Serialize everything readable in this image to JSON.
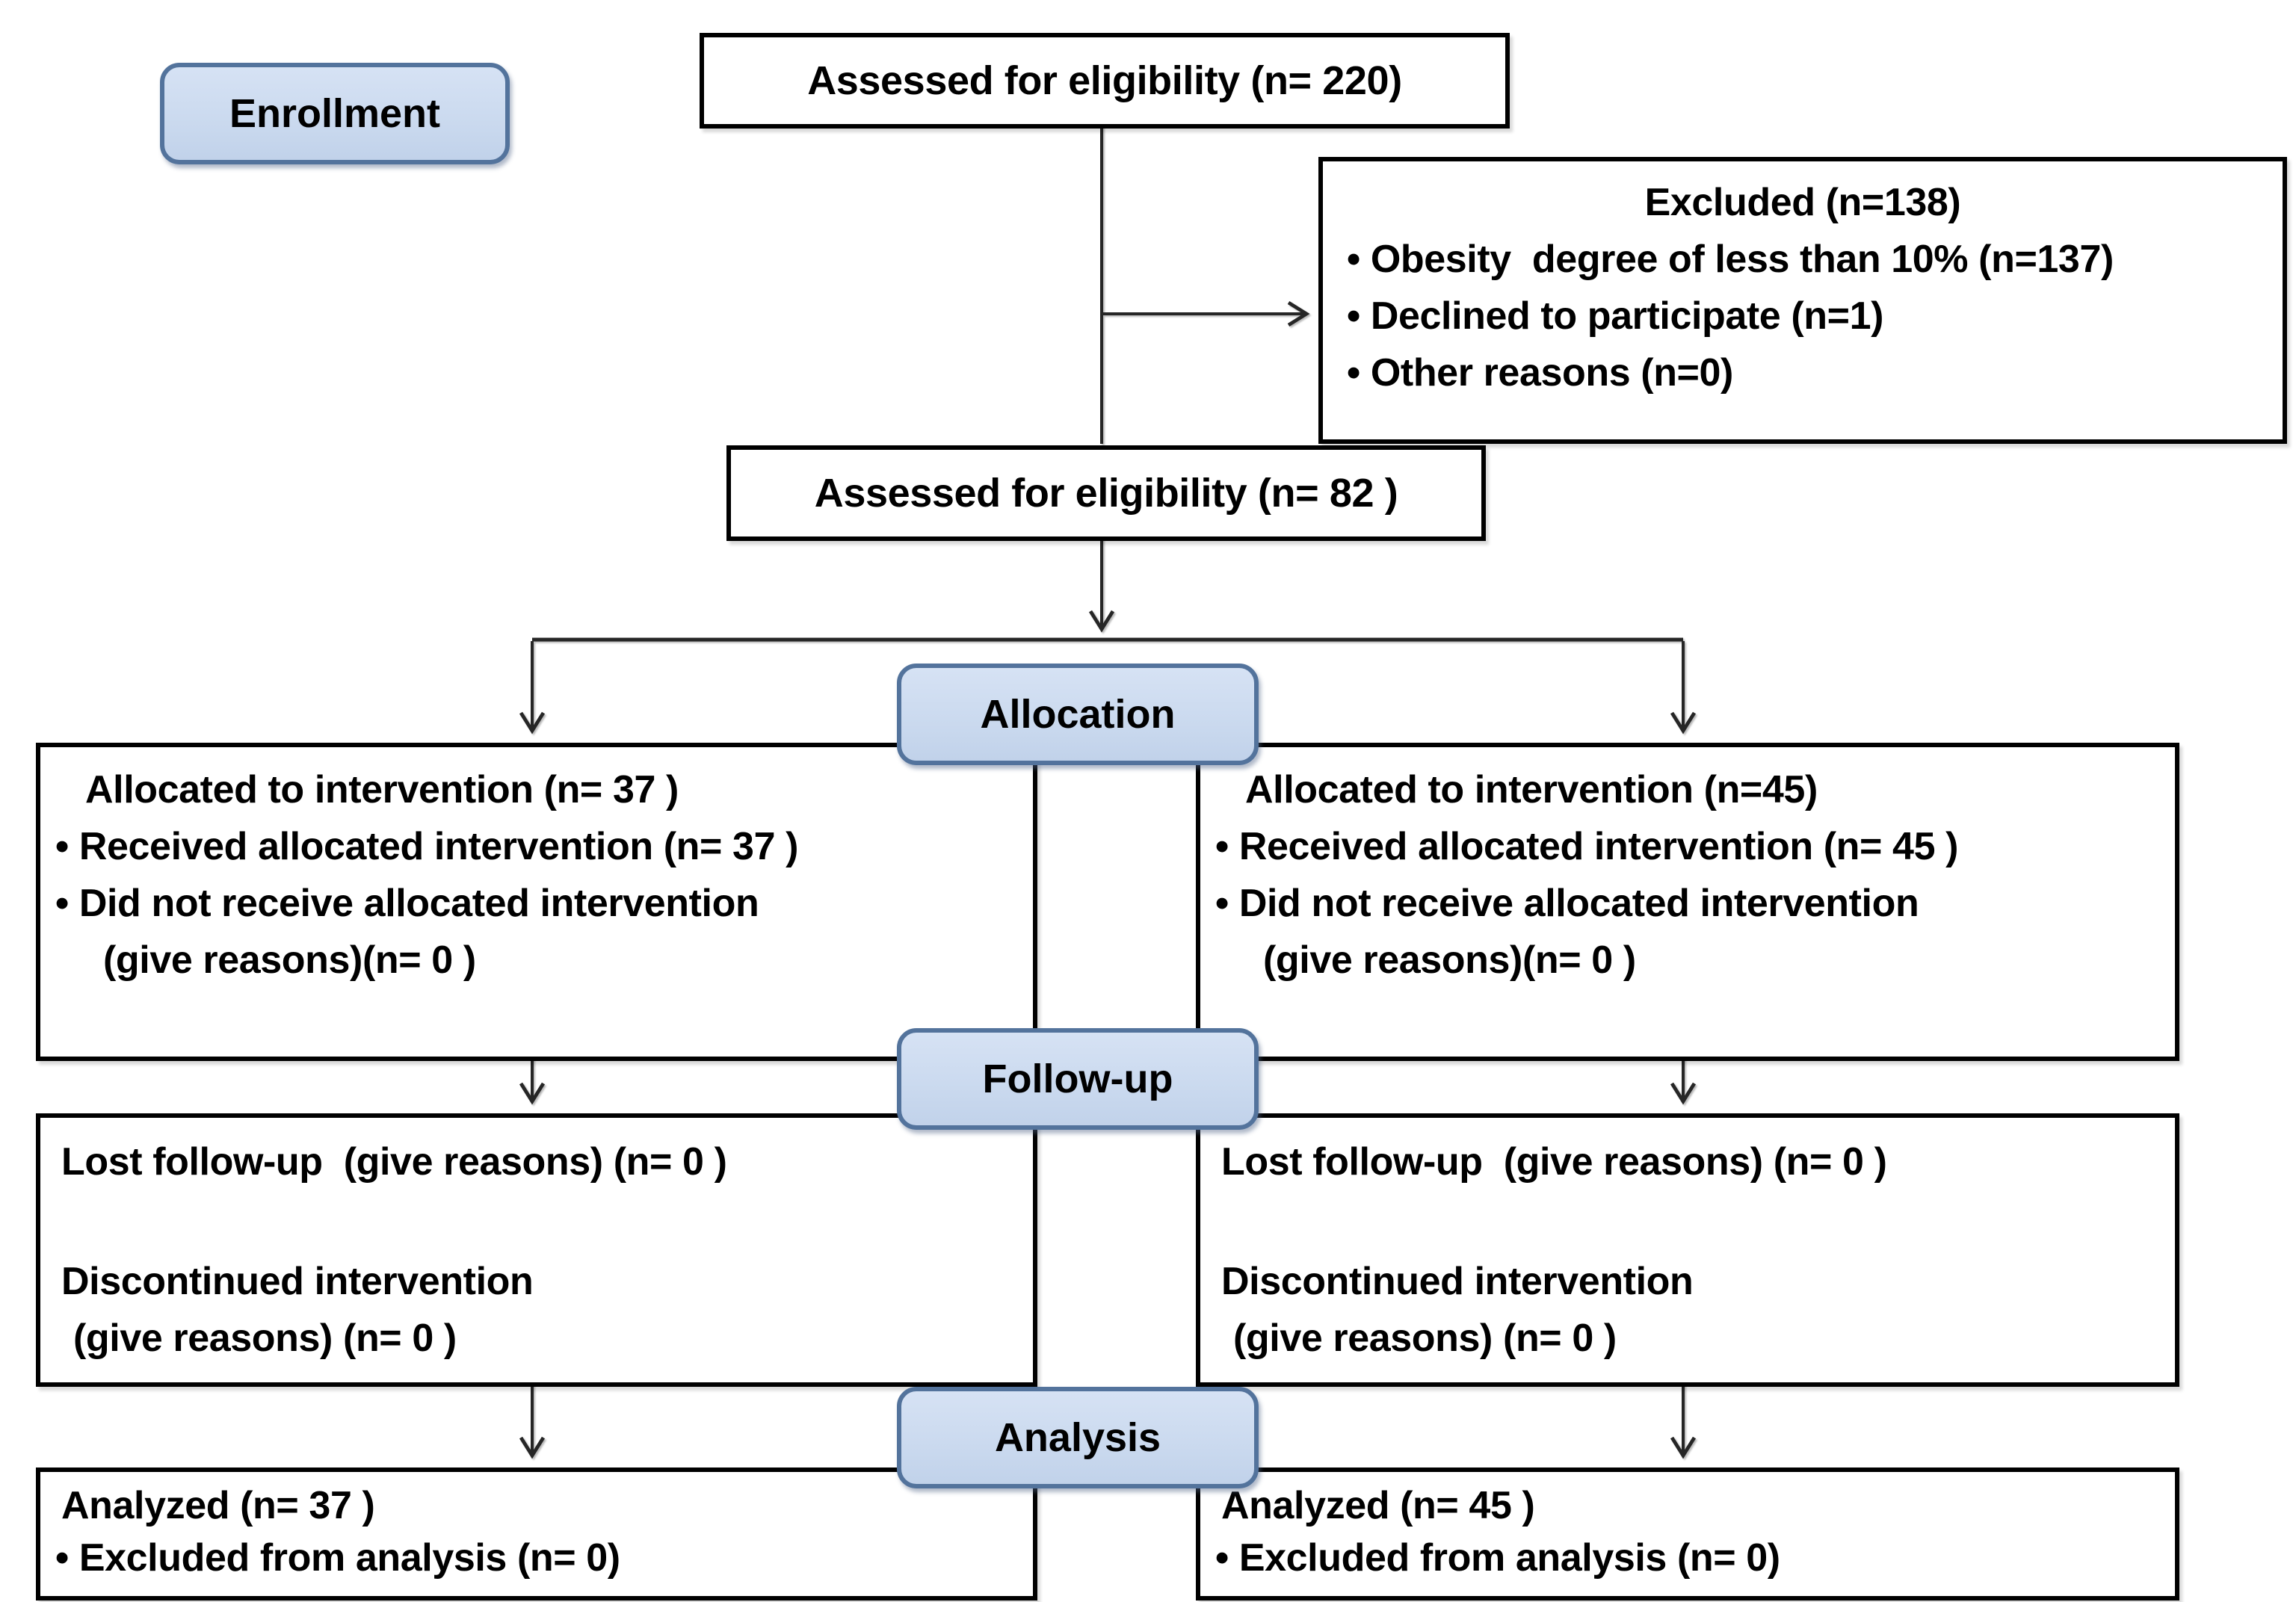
{
  "palette": {
    "stage_label_fill": "#cbdaef",
    "stage_label_border": "#53739c",
    "box_border": "#000000",
    "connector": "#262626",
    "text": "#000000"
  },
  "stage_labels": {
    "enrollment": "Enrollment",
    "allocation": "Allocation",
    "follow_up": "Follow-up",
    "analysis": "Analysis"
  },
  "boxes": {
    "assessed_initial": {
      "text": "Assessed for eligibility (n= 220)"
    },
    "excluded": {
      "title": "Excluded (n=138)",
      "items": [
        "• Obesity  degree of less than 10% (n=137)",
        "• Declined to participate (n=1)",
        "• Other reasons (n=0)"
      ]
    },
    "assessed_eligible": {
      "text": "Assessed for eligibility (n= 82 )"
    },
    "allocation_left": {
      "title": "Allocated to intervention (n= 37 )",
      "items": [
        "• Received allocated intervention (n= 37 )",
        "• Did not receive allocated intervention"
      ],
      "continuation": "(give reasons)(n= 0 )"
    },
    "allocation_right": {
      "title": "Allocated to intervention (n=45)",
      "items": [
        "• Received allocated intervention (n= 45 )",
        "• Did not receive allocated intervention"
      ],
      "continuation": "(give reasons)(n= 0 )"
    },
    "followup_left": {
      "lost": "Lost follow-up  (give reasons) (n= 0 )",
      "discontinued": "Discontinued intervention",
      "continuation": "(give reasons) (n= 0 )"
    },
    "followup_right": {
      "lost": "Lost follow-up  (give reasons) (n= 0 )",
      "discontinued": "Discontinued intervention",
      "continuation": "(give reasons) (n= 0 )"
    },
    "analysis_left": {
      "title": "Analyzed (n= 37 )",
      "items": [
        "• Excluded from analysis (n= 0)"
      ]
    },
    "analysis_right": {
      "title": "Analyzed (n= 45 )",
      "items": [
        "• Excluded from analysis (n= 0)"
      ]
    }
  }
}
